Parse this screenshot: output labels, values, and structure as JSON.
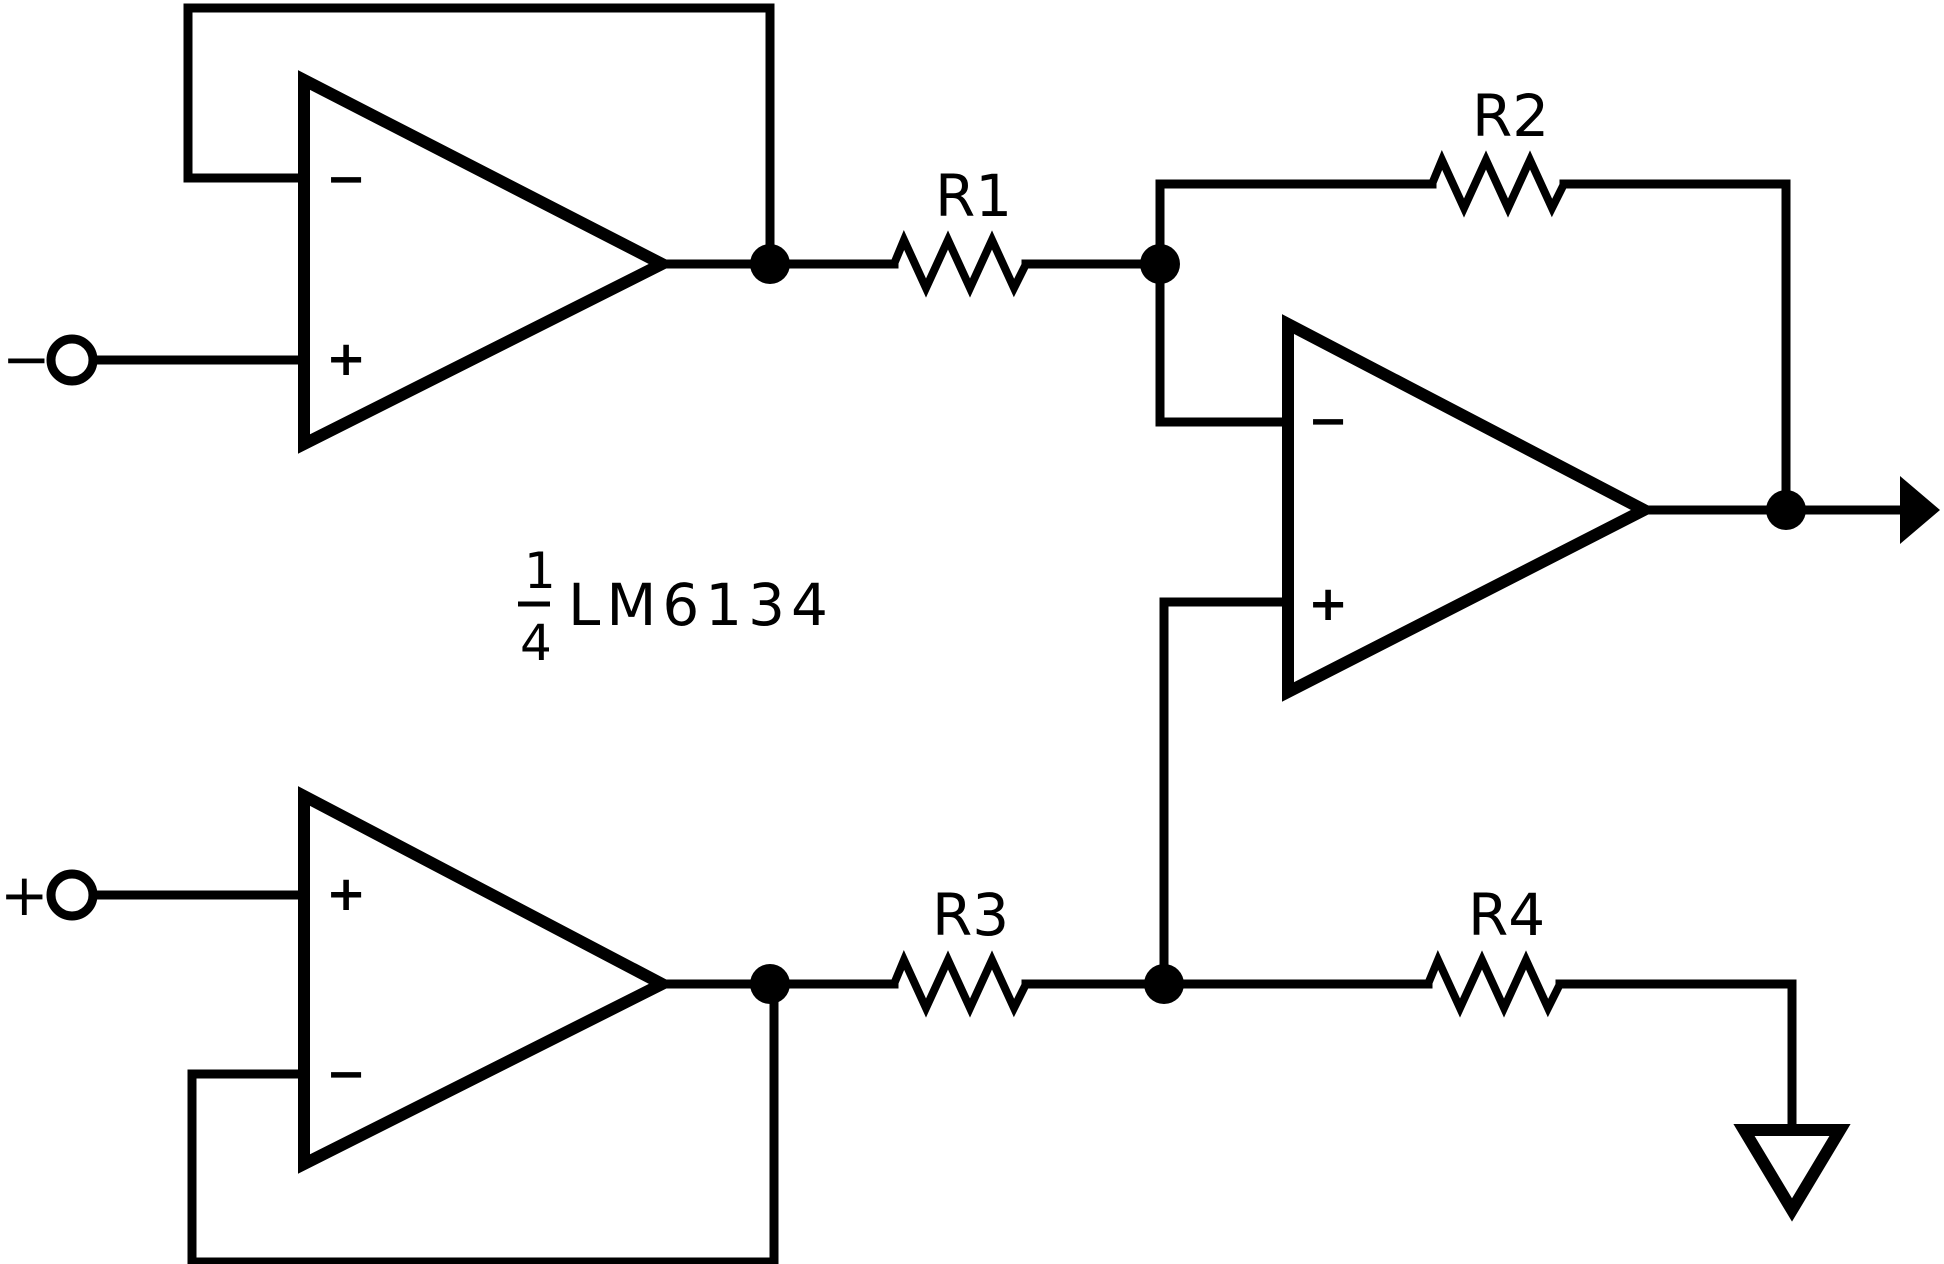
{
  "labels": {
    "r1": "R1",
    "r2": "R2",
    "r3": "R3",
    "r4": "R4",
    "part": "LM6134",
    "fraction_numerator": "1",
    "fraction_denominator": "4"
  },
  "terminals": {
    "inverting_input": "−",
    "noninverting_input": "+"
  },
  "opamp_pins": {
    "minus": "−",
    "plus": "+"
  }
}
